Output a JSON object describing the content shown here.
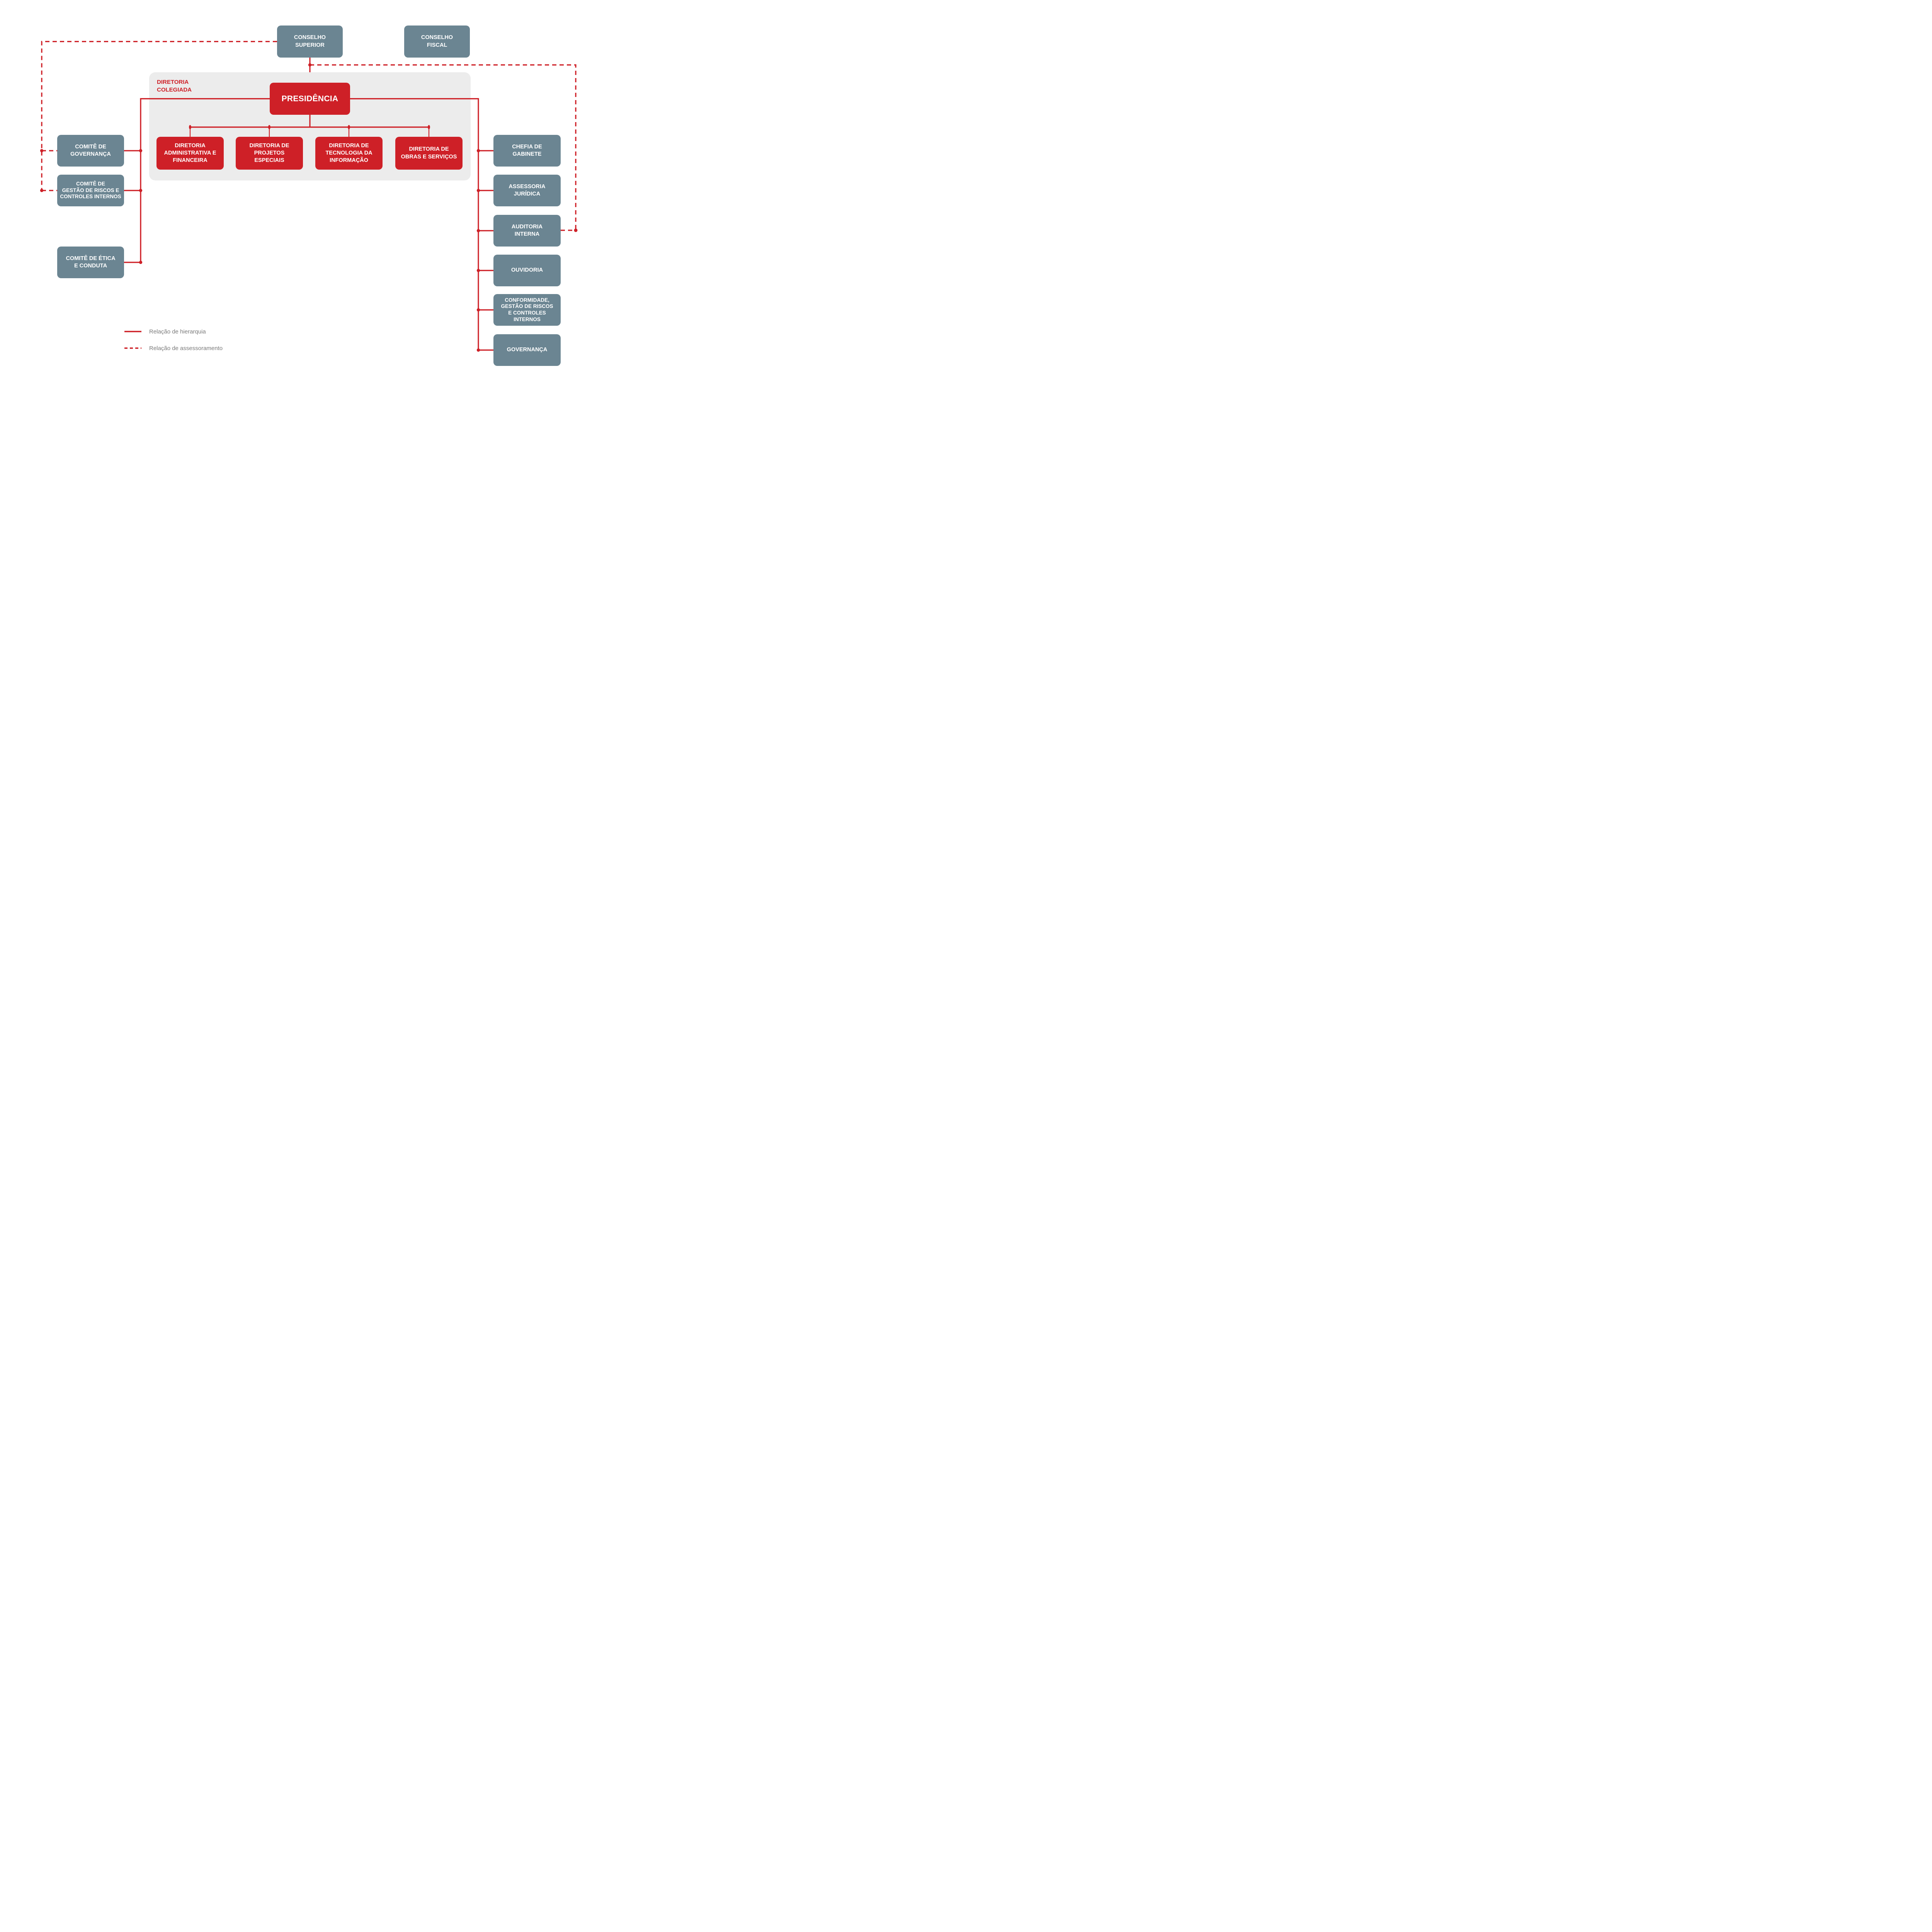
{
  "colors": {
    "accent_red": "#CE2027",
    "node_gray": "#6B8592",
    "panel_gray": "#ECECEC",
    "legend_text": "#7A7A7A"
  },
  "panel": {
    "label": "DIRETORIA\nCOLEGIADA"
  },
  "nodes": {
    "conselho_superior": {
      "label": "CONSELHO\nSUPERIOR"
    },
    "conselho_fiscal": {
      "label": "CONSELHO\nFISCAL"
    },
    "presidencia": {
      "label": "PRESIDÊNCIA"
    },
    "dir_adm_financeira": {
      "label": "DIRETORIA\nADMINISTRATIVA E\nFINANCEIRA"
    },
    "dir_projetos_especiais": {
      "label": "DIRETORIA DE\nPROJETOS\nESPECIAIS"
    },
    "dir_tecnologia_informacao": {
      "label": "DIRETORIA DE\nTECNOLOGIA DA\nINFORMAÇÃO"
    },
    "dir_obras_servicos": {
      "label": "DIRETORIA DE\nOBRAS E SERVIÇOS"
    },
    "comite_governanca": {
      "label": "COMITÊ DE\nGOVERNANÇA"
    },
    "comite_gestao_riscos": {
      "label": "COMITÊ DE\nGESTÃO DE RISCOS E\nCONTROLES INTERNOS"
    },
    "comite_etica_conduta": {
      "label": "COMITÊ DE ÉTICA\nE CONDUTA"
    },
    "chefia_gabinete": {
      "label": "CHEFIA DE\nGABINETE"
    },
    "assessoria_juridica": {
      "label": "ASSESSORIA\nJURÍDICA"
    },
    "auditoria_interna": {
      "label": "AUDITORIA\nINTERNA"
    },
    "ouvidoria": {
      "label": "OUVIDORIA"
    },
    "conformidade_gestao_riscos": {
      "label": "CONFORMIDADE,\nGESTÃO DE RISCOS\nE CONTROLES\nINTERNOS"
    },
    "governanca": {
      "label": "GOVERNANÇA"
    }
  },
  "legend": {
    "hierarchy_label": "Relação de hierarquia",
    "advisory_label": "Relação de assessoramento"
  }
}
